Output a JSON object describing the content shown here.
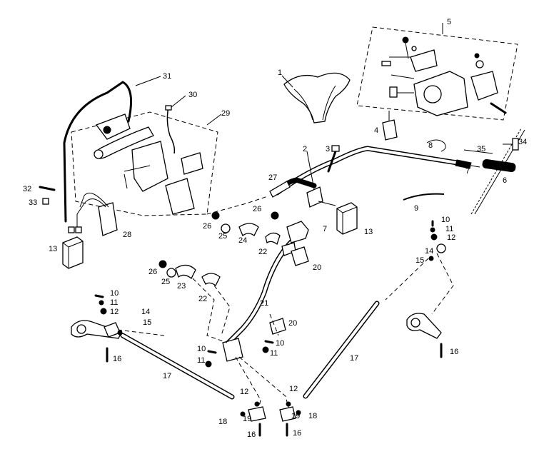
{
  "labels": [
    "1",
    "2",
    "3",
    "4",
    "5",
    "6",
    "7",
    "8",
    "9",
    "10",
    "11",
    "12",
    "13",
    "14",
    "15",
    "16",
    "17",
    "18",
    "19",
    "20",
    "21",
    "22",
    "23",
    "24",
    "25",
    "26",
    "27",
    "28",
    "29",
    "30",
    "31",
    "32",
    "33",
    "34",
    "35"
  ]
}
